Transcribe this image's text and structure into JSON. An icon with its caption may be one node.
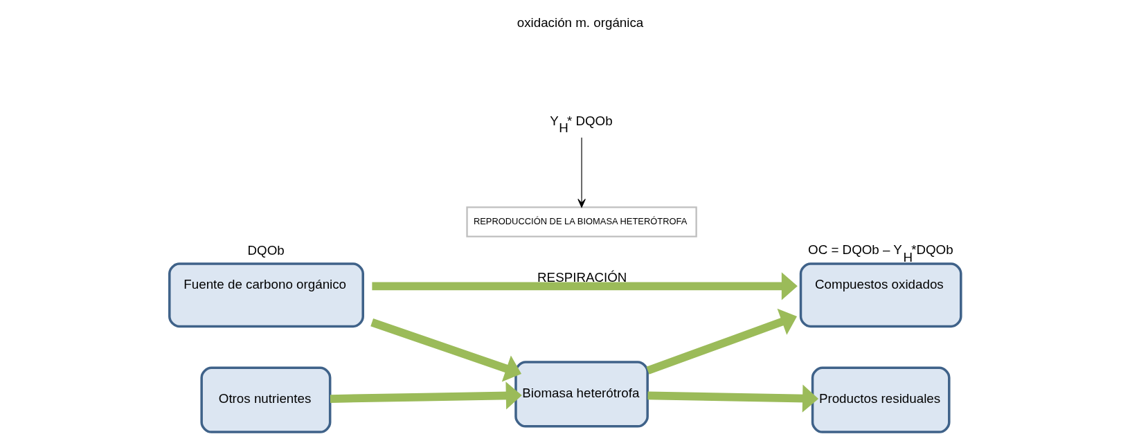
{
  "diagram": {
    "nodes": [
      {
        "text": [
          "Fuente de carbono orgánico"
        ],
        "beside": [
          "DQOb"
        ]
      },
      {
        "text": [
          "Compuestos oxidados"
        ],
        "beside": [
          "OC = DQOb – Y$_{H}$*DQOb"
        ]
      },
      {
        "text": [
          "Y$_{H}$* DQOb"
        ]
      },
      {
        "text": [
          "REPRODUCCIÓN DE LA BIOMASA HETERÓTROFA"
        ]
      },
      {
        "text": [
          "Otros nutrientes"
        ]
      },
      {
        "text": [
          "Biomasa heterótrofa"
        ]
      },
      {
        "text": [
          "Productos residuales"
        ]
      }
    ],
    "edges": [
      {
        "from": 0,
        "to": 1,
        "arrow": "to",
        "label": "RESPIRACIÓN"
      },
      {
        "from": 0,
        "to": 5,
        "arrow": "to"
      },
      {
        "from": 2,
        "to": 3,
        "arrow": "to",
        "color": "#000000"
      },
      {
        "from": 4,
        "to": 5,
        "arrow": "to"
      },
      {
        "from": 5,
        "to": 1,
        "arrow": "to"
      },
      {
        "from": 5,
        "to": 6,
        "arrow": "to"
      }
    ],
    "labels": [
      "oxidación m. orgánica"
    ]
  }
}
